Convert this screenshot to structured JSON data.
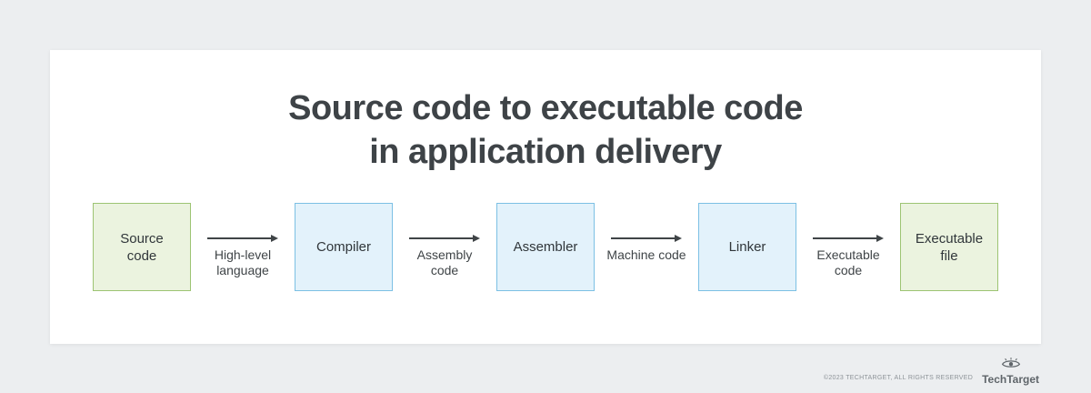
{
  "title": {
    "line1": "Source code to executable code",
    "line2": "in application delivery"
  },
  "diagram": {
    "nodes": [
      {
        "label": "Source code",
        "style": "green"
      },
      {
        "label": "Compiler",
        "style": "blue"
      },
      {
        "label": "Assembler",
        "style": "blue"
      },
      {
        "label": "Linker",
        "style": "blue"
      },
      {
        "label": "Executable file",
        "style": "green"
      }
    ],
    "connectors": [
      {
        "label": "High-level language"
      },
      {
        "label": "Assembly code"
      },
      {
        "label": "Machine code"
      },
      {
        "label": "Executable code"
      }
    ]
  },
  "footer": {
    "copyright": "©2023 TECHTARGET, ALL RIGHTS RESERVED",
    "brand": "TechTarget"
  },
  "colors": {
    "background": "#eceef0",
    "card": "#ffffff",
    "title_text": "#3e4347",
    "green_fill": "#ebf3df",
    "green_border": "#9dc473",
    "blue_fill": "#e3f2fb",
    "blue_border": "#7cc0e4",
    "arrow": "#3f4447",
    "footer_text": "#8d9398"
  }
}
